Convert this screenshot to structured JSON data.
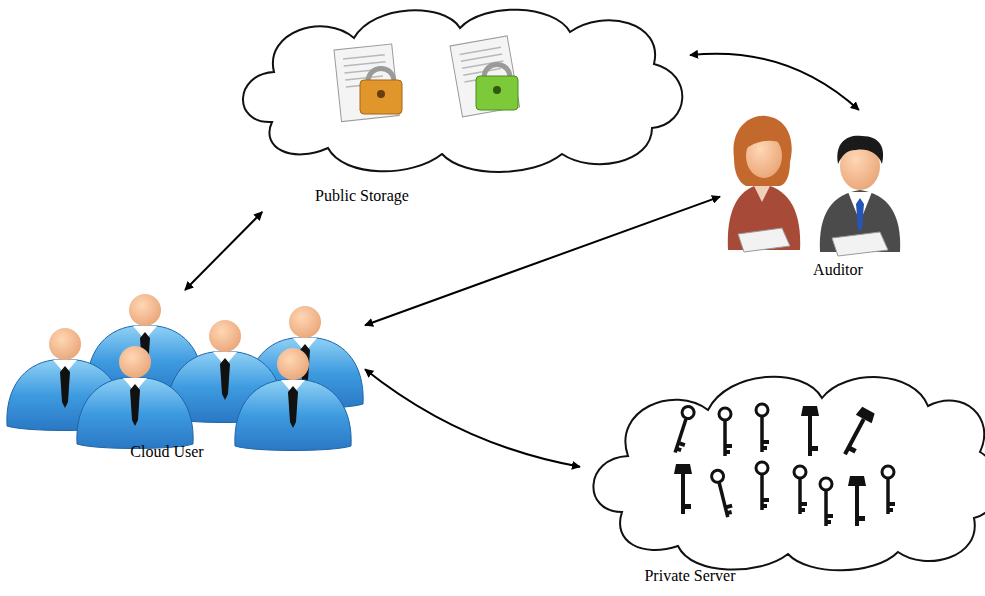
{
  "diagram": {
    "nodes": [
      {
        "text": [
          "Public Storage"
        ]
      },
      {
        "text": [
          "Auditor"
        ]
      },
      {
        "text": [
          "Cloud User"
        ]
      },
      {
        "text": [
          "Private Server"
        ]
      }
    ],
    "edges": [
      {
        "from": 2,
        "to": 0,
        "arrow": "both"
      },
      {
        "from": 0,
        "to": 1,
        "arrow": "both"
      },
      {
        "from": 2,
        "to": 1,
        "arrow": "both"
      },
      {
        "from": 2,
        "to": 3,
        "arrow": "both"
      }
    ]
  }
}
